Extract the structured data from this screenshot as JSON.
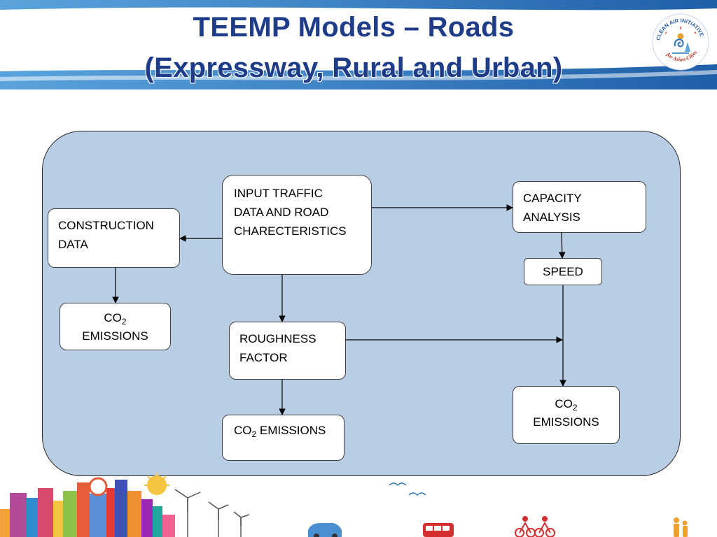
{
  "slide": {
    "title_line_1": "TEEMP Models – Roads",
    "title_line_2": "(Expressway, Rural and Urban)"
  },
  "logo": {
    "text_top": "CLEAN AIR INITIATIVE",
    "text_bottom": "for Asian Cities"
  },
  "diagram": {
    "construction_data": {
      "line_1": "CONSTRUCTION",
      "line_2": "DATA"
    },
    "input_traffic": {
      "line_1": "INPUT TRAFFIC",
      "line_2": "DATA AND ROAD",
      "line_3": "CHARECTERISTICS"
    },
    "capacity_analysis": {
      "line_1": "CAPACITY",
      "line_2": "ANALYSIS"
    },
    "speed": {
      "label": "SPEED"
    },
    "co2_emissions_left": {
      "co": "CO",
      "sub": "2",
      "line_2": "EMISSIONS"
    },
    "roughness_factor": {
      "line_1": "ROUGHNESS",
      "line_2": "FACTOR"
    },
    "co2_emissions_bottom": {
      "co": "CO",
      "sub": "2",
      "rest": " EMISSIONS"
    },
    "co2_emissions_right": {
      "co": "CO",
      "sub": "2",
      "line_2": "EMISSIONS"
    }
  },
  "colors": {
    "title": "#1f3c88",
    "panel_fill": "#b9cde5",
    "banner_blue": "#2a6fb3"
  }
}
